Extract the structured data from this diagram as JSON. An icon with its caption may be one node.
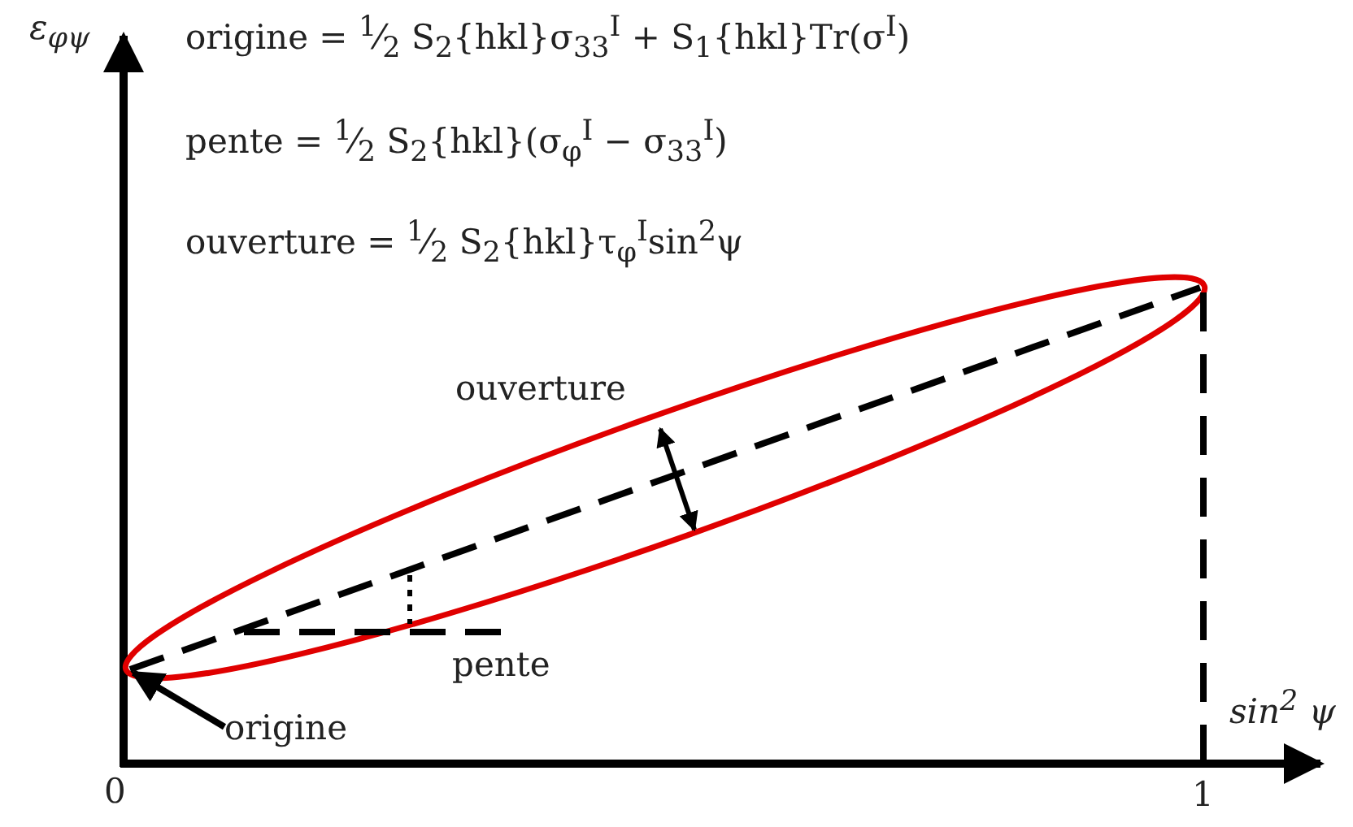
{
  "diagram": {
    "nodes": [
      {
        "text": [
          "origine"
        ]
      },
      {
        "text": [],
        "shape": "ellipse"
      }
    ],
    "edges": [
      {
        "from": 0,
        "to": 1,
        "arrow": "to"
      }
    ],
    "labels": [
      "ε$_{φψ}$",
      "origine = $^{1}$⁄$_{2}$ S$_{2}${hkl}σ$_{33}$$^{I}$ + S$_{1}${hkl}Tr(σ$^{I}$)",
      "pente = $^{1}$⁄$_{2}$ S$_{2}${hkl}(σ$_{φ}$$^{I}$ − σ$_{33}$$^{I}$)",
      "ouverture = $^{1}$⁄$_{2}$ S$_{2}${hkl}τ$_{φ}$$^{I}$sin$^{2}$ψ",
      "ouverture",
      "pente",
      "sin$^{2}$ ψ",
      "0",
      "1"
    ]
  }
}
